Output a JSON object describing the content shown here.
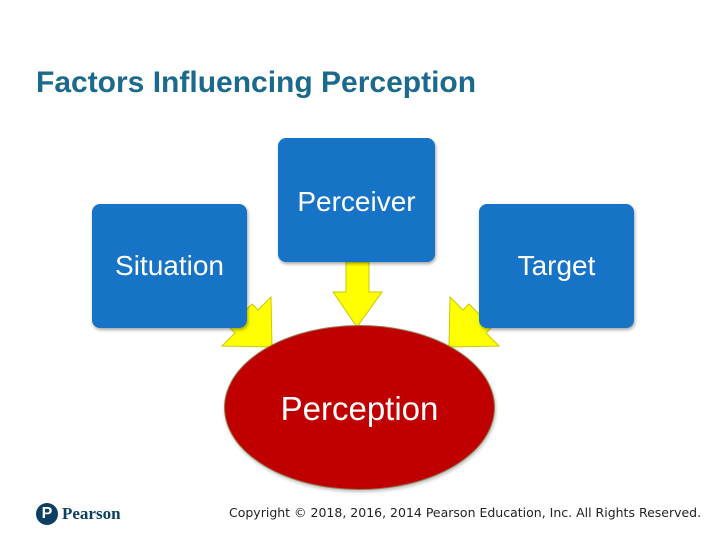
{
  "title": "Factors Influencing Perception",
  "nodes": {
    "perceiver": "Perceiver",
    "situation": "Situation",
    "target": "Target",
    "perception": "Perception"
  },
  "edges": [
    {
      "from": "situation",
      "to": "perception"
    },
    {
      "from": "perceiver",
      "to": "perception"
    },
    {
      "from": "target",
      "to": "perception"
    }
  ],
  "colors": {
    "title": "#1b6a8e",
    "box": "#1673c5",
    "center": "#c00000",
    "arrow": "#ffff00"
  },
  "footer": {
    "logo_text": "Pearson",
    "copyright": "Copyright © 2018, 2016, 2014 Pearson Education, Inc. All Rights Reserved."
  }
}
